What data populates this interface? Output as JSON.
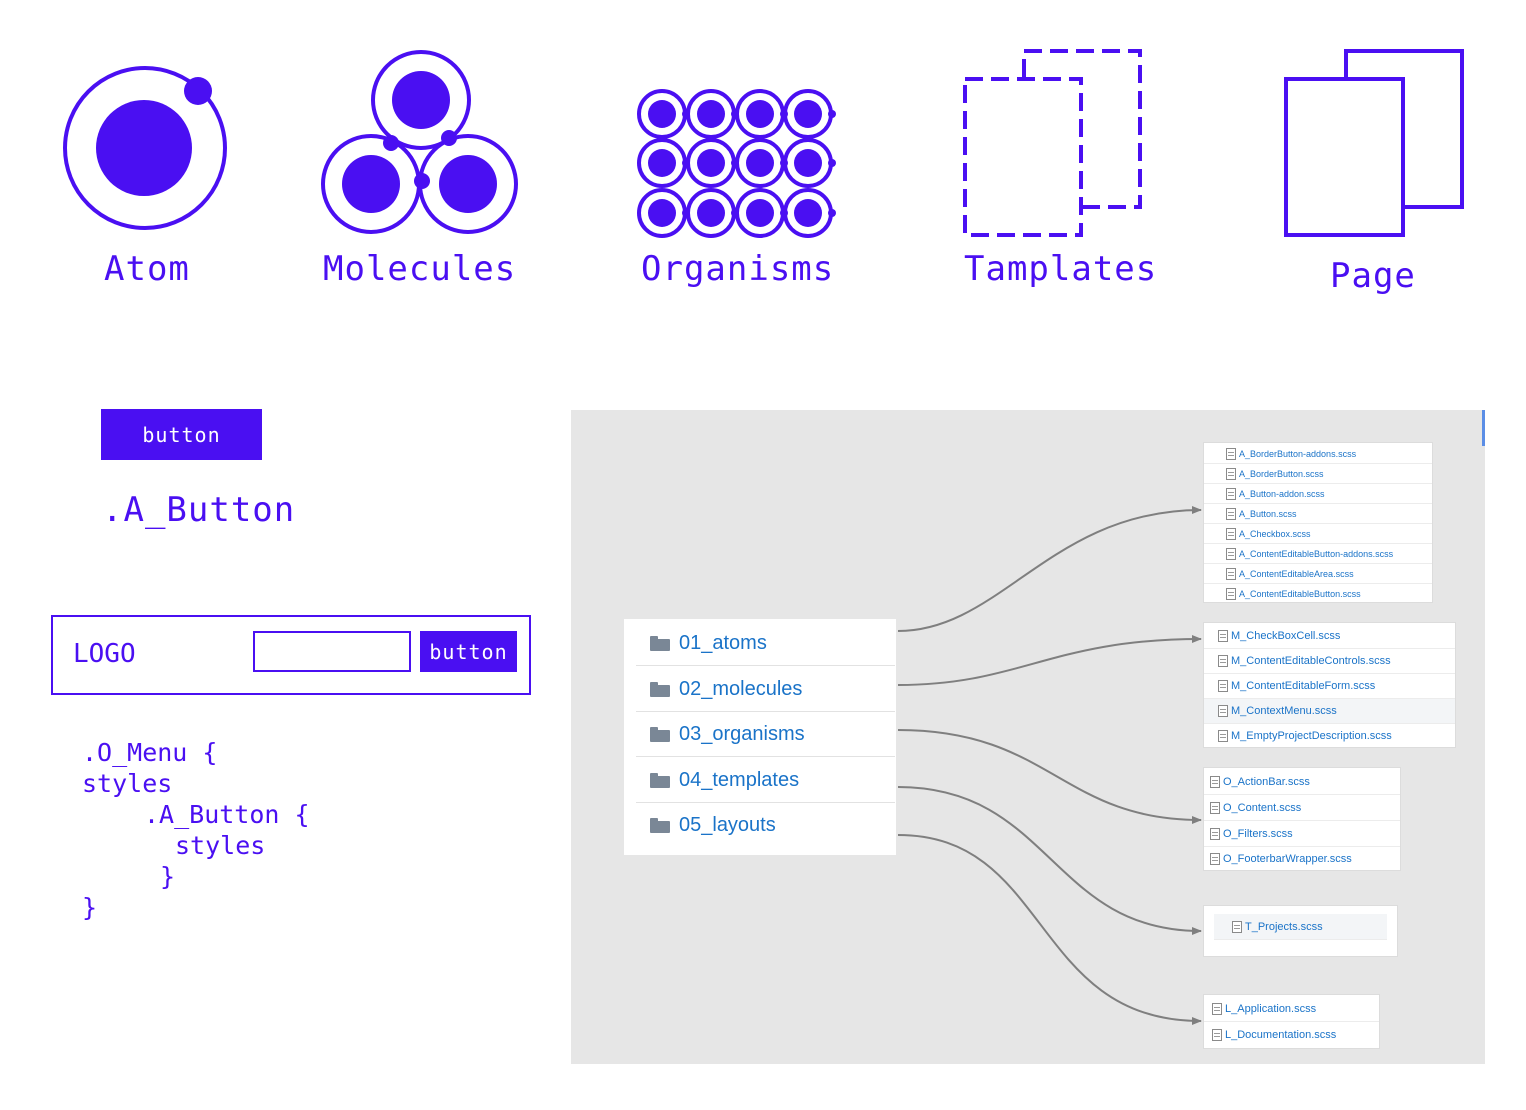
{
  "levels": [
    {
      "label": "Atom",
      "icon": "atom-icon"
    },
    {
      "label": "Molecules",
      "icon": "molecules-icon"
    },
    {
      "label": "Organisms",
      "icon": "organisms-icon"
    },
    {
      "label": "Tamplates",
      "icon": "templates-icon"
    },
    {
      "label": "Page",
      "icon": "page-icon"
    }
  ],
  "atom_demo": {
    "button_label": "button",
    "class_name": ".A_Button"
  },
  "menu_demo": {
    "logo": "LOGO",
    "input_value": "",
    "button_label": "button"
  },
  "code": {
    "line1": ".O_Menu {",
    "line2": "styles",
    "line3": ".A_Button {",
    "line4": "styles",
    "line5": "}",
    "line6": "}"
  },
  "folders": [
    "01_atoms",
    "02_molecules",
    "03_organisms",
    "04_templates",
    "05_layouts"
  ],
  "files": {
    "atoms": [
      "A_BorderButton-addons.scss",
      "A_BorderButton.scss",
      "A_Button-addon.scss",
      "A_Button.scss",
      "A_Checkbox.scss",
      "A_ContentEditableButton-addons.scss",
      "A_ContentEditableArea.scss",
      "A_ContentEditableButton.scss"
    ],
    "molecules": [
      "M_CheckBoxCell.scss",
      "M_ContentEditableControls.scss",
      "M_ContentEditableForm.scss",
      "M_ContextMenu.scss",
      "M_EmptyProjectDescription.scss"
    ],
    "organisms": [
      "O_ActionBar.scss",
      "O_Content.scss",
      "O_Filters.scss",
      "O_FooterbarWrapper.scss"
    ],
    "templates": [
      "T_Projects.scss"
    ],
    "layouts": [
      "L_Application.scss",
      "L_Documentation.scss"
    ]
  },
  "colors": {
    "accent": "#4A0FF2",
    "link": "#1a73c8",
    "connector": "#7f7f7f",
    "panel_bg": "#e6e6e6"
  }
}
